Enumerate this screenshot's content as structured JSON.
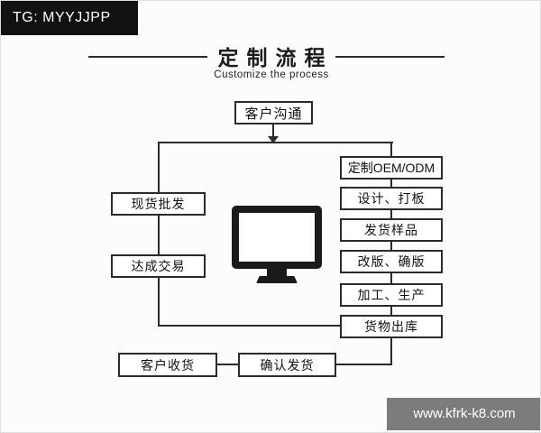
{
  "badge_tg": {
    "text": "TG: MYYJJPP"
  },
  "watermark": {
    "text": "www.kfrk-k8.com"
  },
  "title": {
    "text": "定制流程",
    "subtitle": "Customize the process"
  },
  "flow": {
    "start": "客户沟通",
    "left_steps": [
      "现货批发",
      "达成交易"
    ],
    "right_steps": [
      "定制OEM/ODM",
      "设计、打板",
      "发货样品",
      "改版、确版",
      "加工、生产",
      "货物出库"
    ],
    "bottom_steps": [
      "客户收货",
      "确认发货"
    ]
  },
  "icons": {
    "monitor": "monitor-icon"
  },
  "colors": {
    "line": "#2b2b2b",
    "badge_bg": "#111111",
    "watermark_bg": "#5f5f5f"
  }
}
